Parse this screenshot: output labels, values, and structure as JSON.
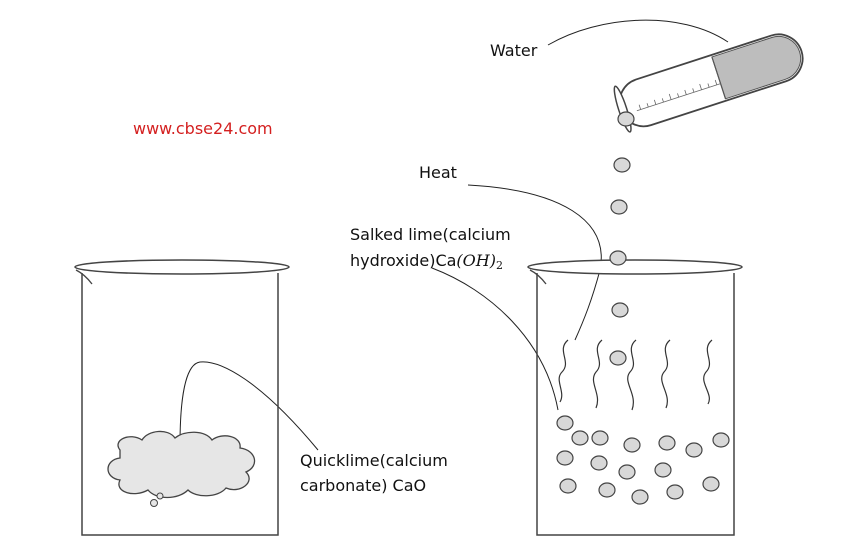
{
  "watermark": "www.cbse24.com",
  "labels": {
    "water": "Water",
    "heat": "Heat",
    "slaked_line1": "Salked lime(calcium",
    "slaked_line2_prefix": "hydroxide)Ca",
    "slaked_formula_paren_open": "(",
    "slaked_formula_oh": "OH",
    "slaked_formula_paren_close": ")",
    "slaked_formula_sub": "2",
    "quicklime_line1": "Quicklime(calcium",
    "quicklime_line2": "carbonate) CaO"
  },
  "colors": {
    "watermark": "#d42020",
    "outline": "#3a3a3a",
    "droplet_fill": "#d8d8d8",
    "water_fill": "#bdbdbd"
  }
}
